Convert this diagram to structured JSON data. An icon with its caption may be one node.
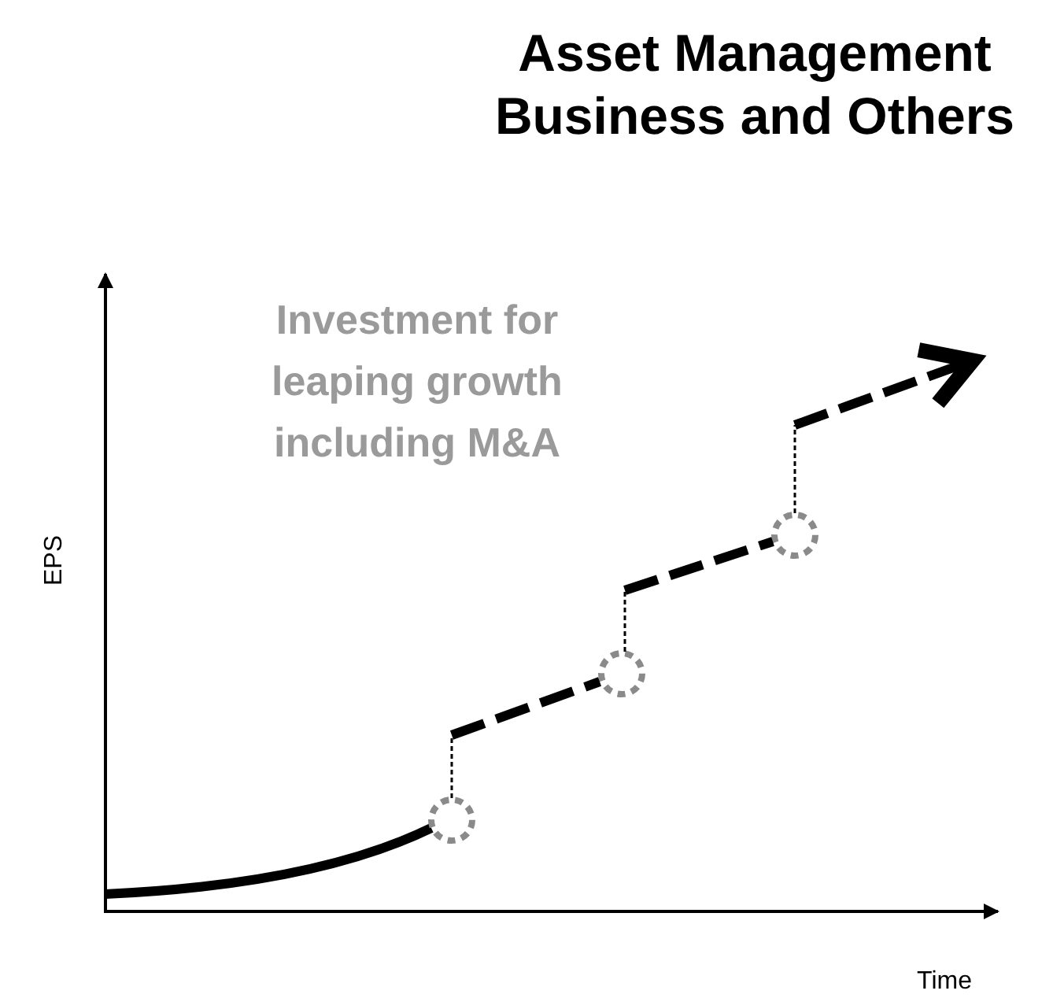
{
  "diagram": {
    "title": "Asset Management Business and Others",
    "labels": [
      "Investment for leaping growth including M&A",
      "EPS",
      "Time"
    ]
  }
}
